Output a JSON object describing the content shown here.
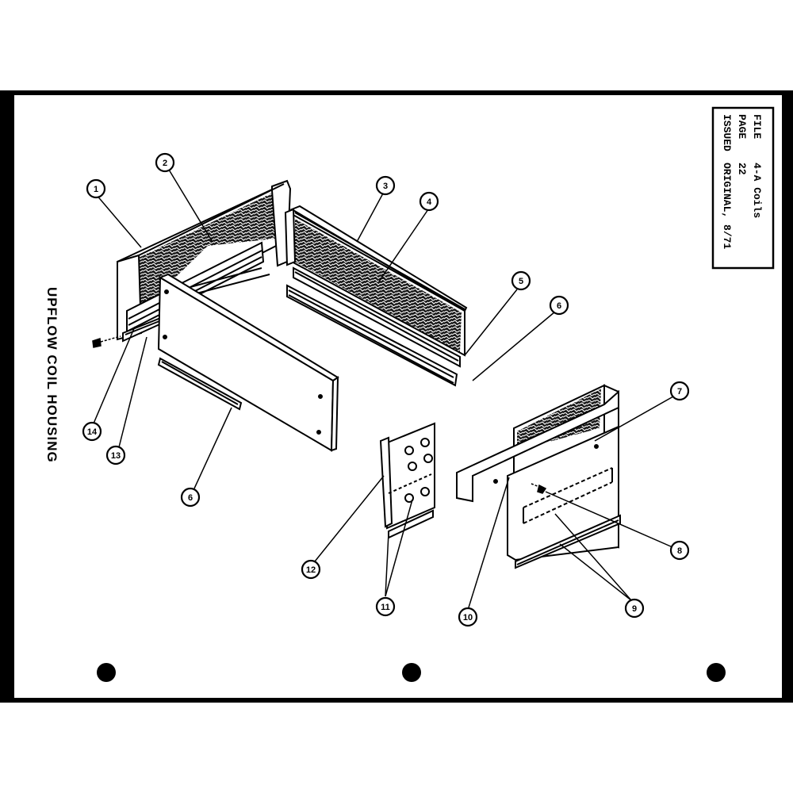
{
  "title": "UPFLOW COIL HOUSING",
  "info_box": {
    "file_label": "FILE",
    "file_value": "4-A Coils",
    "page_label": "PAGE",
    "page_value": "22",
    "issued_label": "ISSUED",
    "issued_value": "ORIGINAL, 8/71"
  },
  "callouts": {
    "c1": "1",
    "c2": "2",
    "c3": "3",
    "c4": "4",
    "c5": "5",
    "c6a": "6",
    "c6b": "6",
    "c7": "7",
    "c8": "8",
    "c9": "9",
    "c10": "10",
    "c11": "11",
    "c12": "12",
    "c13": "13",
    "c14": "14"
  }
}
